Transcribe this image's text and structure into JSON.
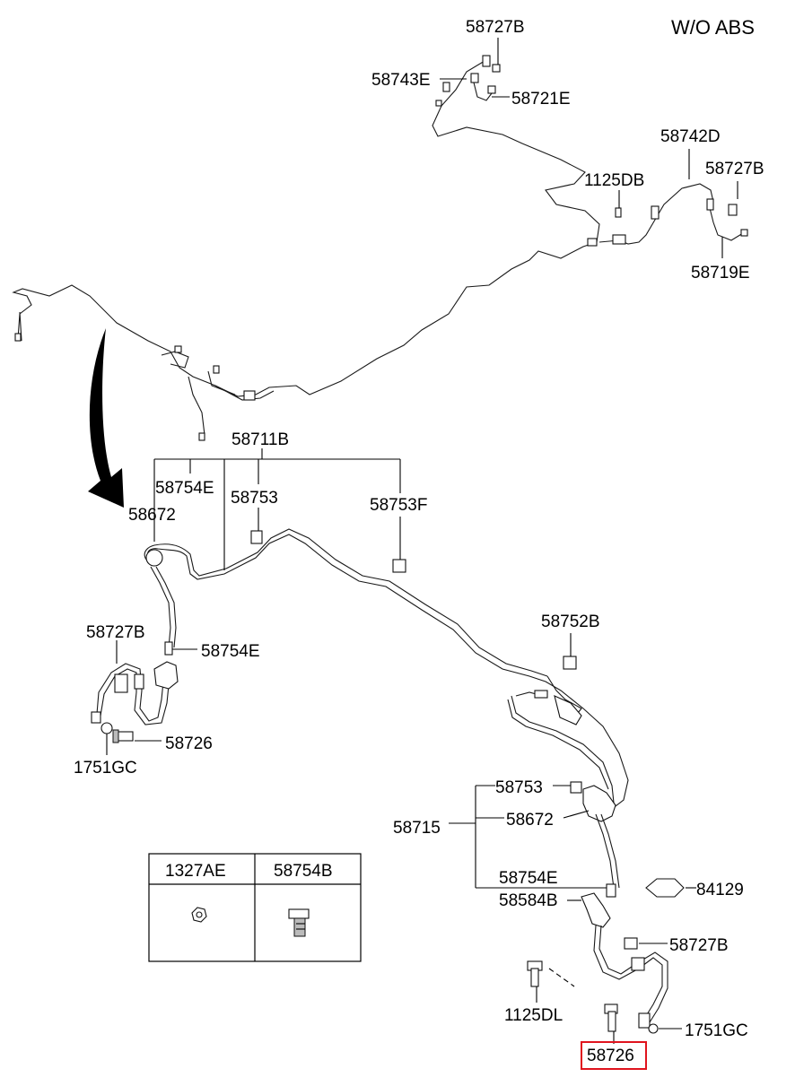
{
  "title": "W/O ABS",
  "labels": {
    "l01": "58727B",
    "l02": "58743E",
    "l03": "58721E",
    "l04": "58742D",
    "l05": "58727B",
    "l06": "1125DB",
    "l07": "58719E",
    "l08": "58711B",
    "l09": "58754E",
    "l10": "58753",
    "l11": "58753F",
    "l12": "58672",
    "l13": "58727B",
    "l14": "58754E",
    "l15": "58726",
    "l16": "1751GC",
    "l17": "58752B",
    "l18": "58753",
    "l19": "58715",
    "l20": "58672",
    "l21": "58754E",
    "l22": "58584B",
    "l23": "84129",
    "l24": "58727B",
    "l25": "1125DL",
    "l26": "1751GC",
    "l27": "58726"
  },
  "table": {
    "col1": "1327AE",
    "col2": "58754B"
  },
  "highlight_color": "#e0141e"
}
